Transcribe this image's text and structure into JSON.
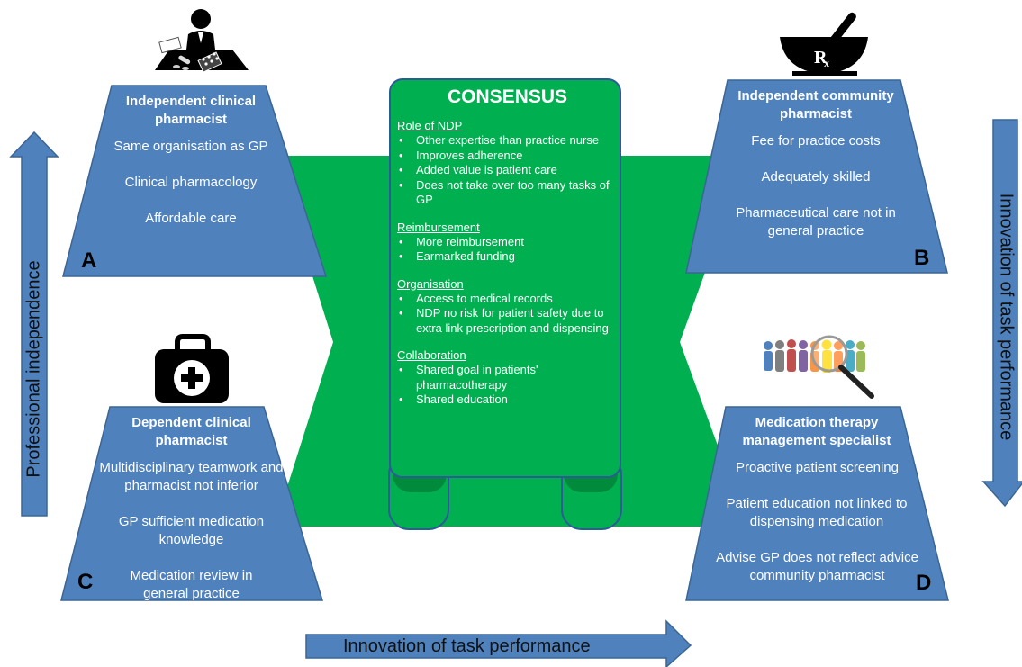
{
  "consensus": {
    "title": "CONSENSUS",
    "sections": [
      {
        "heading": "Role of NDP",
        "items": [
          "Other expertise than practice nurse",
          "Improves adherence",
          "Added value is patient care",
          "Does not take over too many tasks of GP"
        ]
      },
      {
        "heading": "Reimbursement",
        "items": [
          "More reimbursement",
          "Earmarked funding"
        ]
      },
      {
        "heading": "Organisation",
        "items": [
          "Access to medical records",
          "NDP no risk for patient safety due to extra link prescription and dispensing"
        ]
      },
      {
        "heading": "Collaboration",
        "items": [
          "Shared goal in patients' pharmacotherapy",
          "Shared education"
        ]
      }
    ]
  },
  "quadrants": {
    "A": {
      "letter": "A",
      "title": "Independent clinical pharmacist",
      "items": [
        "Same organisation as GP",
        "Clinical pharmacology",
        "Affordable care"
      ]
    },
    "B": {
      "letter": "B",
      "title": "Independent community pharmacist",
      "items": [
        "Fee for practice costs",
        "Adequately skilled",
        "Pharmaceutical care not in general practice"
      ]
    },
    "C": {
      "letter": "C",
      "title": "Dependent clinical pharmacist",
      "items": [
        "Multidisciplinary teamwork and pharmacist not inferior",
        "GP sufficient medication knowledge",
        "Medication review in general practice"
      ]
    },
    "D": {
      "letter": "D",
      "title": "Medication therapy management specialist",
      "items": [
        "Proactive patient screening",
        "Patient education  not linked to dispensing medication",
        "Advise GP does not reflect  advice community pharmacist"
      ]
    }
  },
  "axes": {
    "left": "Professional independence",
    "right": "Innovation of task performance",
    "bottom": "Innovation of task performance"
  },
  "icons": {
    "A": "pharmacist-at-desk-icon",
    "B": "mortar-pestle-rx-icon",
    "C": "first-aid-kit-icon",
    "D": "people-magnifier-icon"
  },
  "colors": {
    "trapezoid": "#4f81bd",
    "trapezoid_border": "#3b6593",
    "consensus": "#00b050",
    "consensus_border": "#2e5a9a",
    "arrow": "#4f81bd"
  }
}
